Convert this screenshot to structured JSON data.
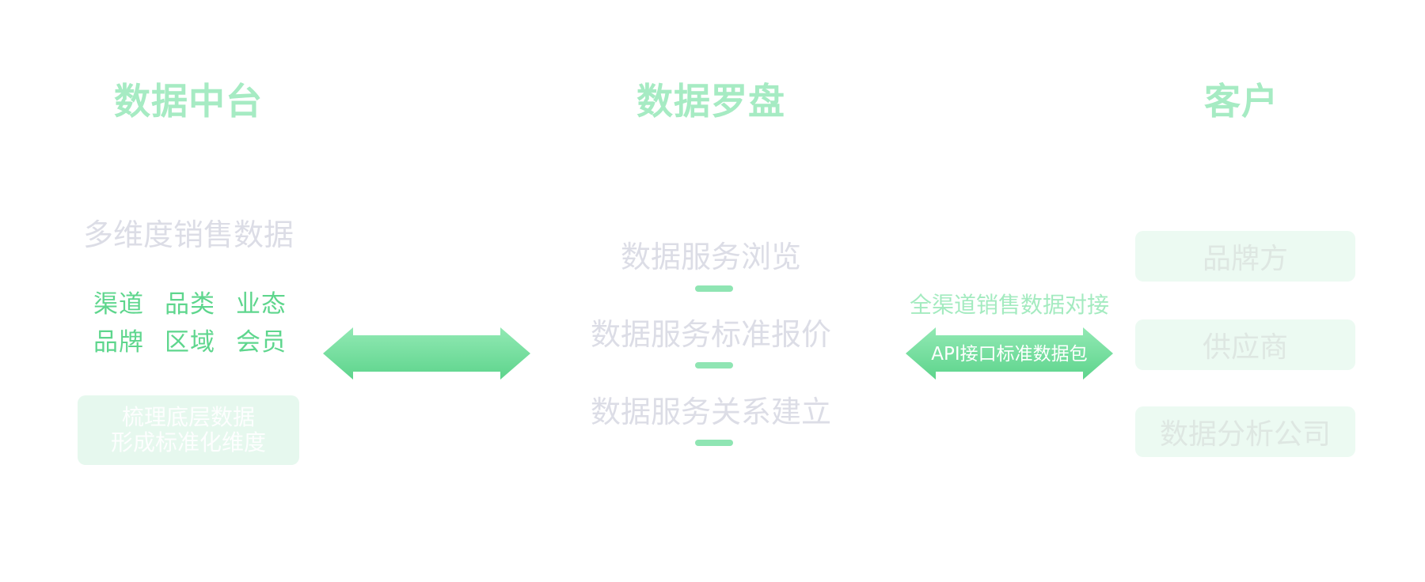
{
  "columns": {
    "left": {
      "title": "数据中台",
      "subtitle": "多维度销售数据",
      "dimensions": [
        "渠道",
        "品类",
        "业态",
        "品牌",
        "区域",
        "会员"
      ],
      "box_line1": "梳理底层数据",
      "box_line2": "形成标准化维度"
    },
    "middle": {
      "title": "数据罗盘",
      "services": [
        "数据服务浏览",
        "数据服务标准报价",
        "数据服务关系建立"
      ]
    },
    "right": {
      "title": "客户",
      "clients": [
        "品牌方",
        "供应商",
        "数据分析公司"
      ]
    }
  },
  "connector": {
    "label": "全渠道销售数据对接",
    "arrow_label": "API接口标准数据包"
  },
  "colors": {
    "title": "#a6ebc3",
    "dimension_text": "#5ed68d",
    "arrow_top": "#92e9b4",
    "arrow_bottom": "#5dd48c",
    "faint_text": "#dcdde6",
    "box_fill": "#e6f8ee"
  }
}
